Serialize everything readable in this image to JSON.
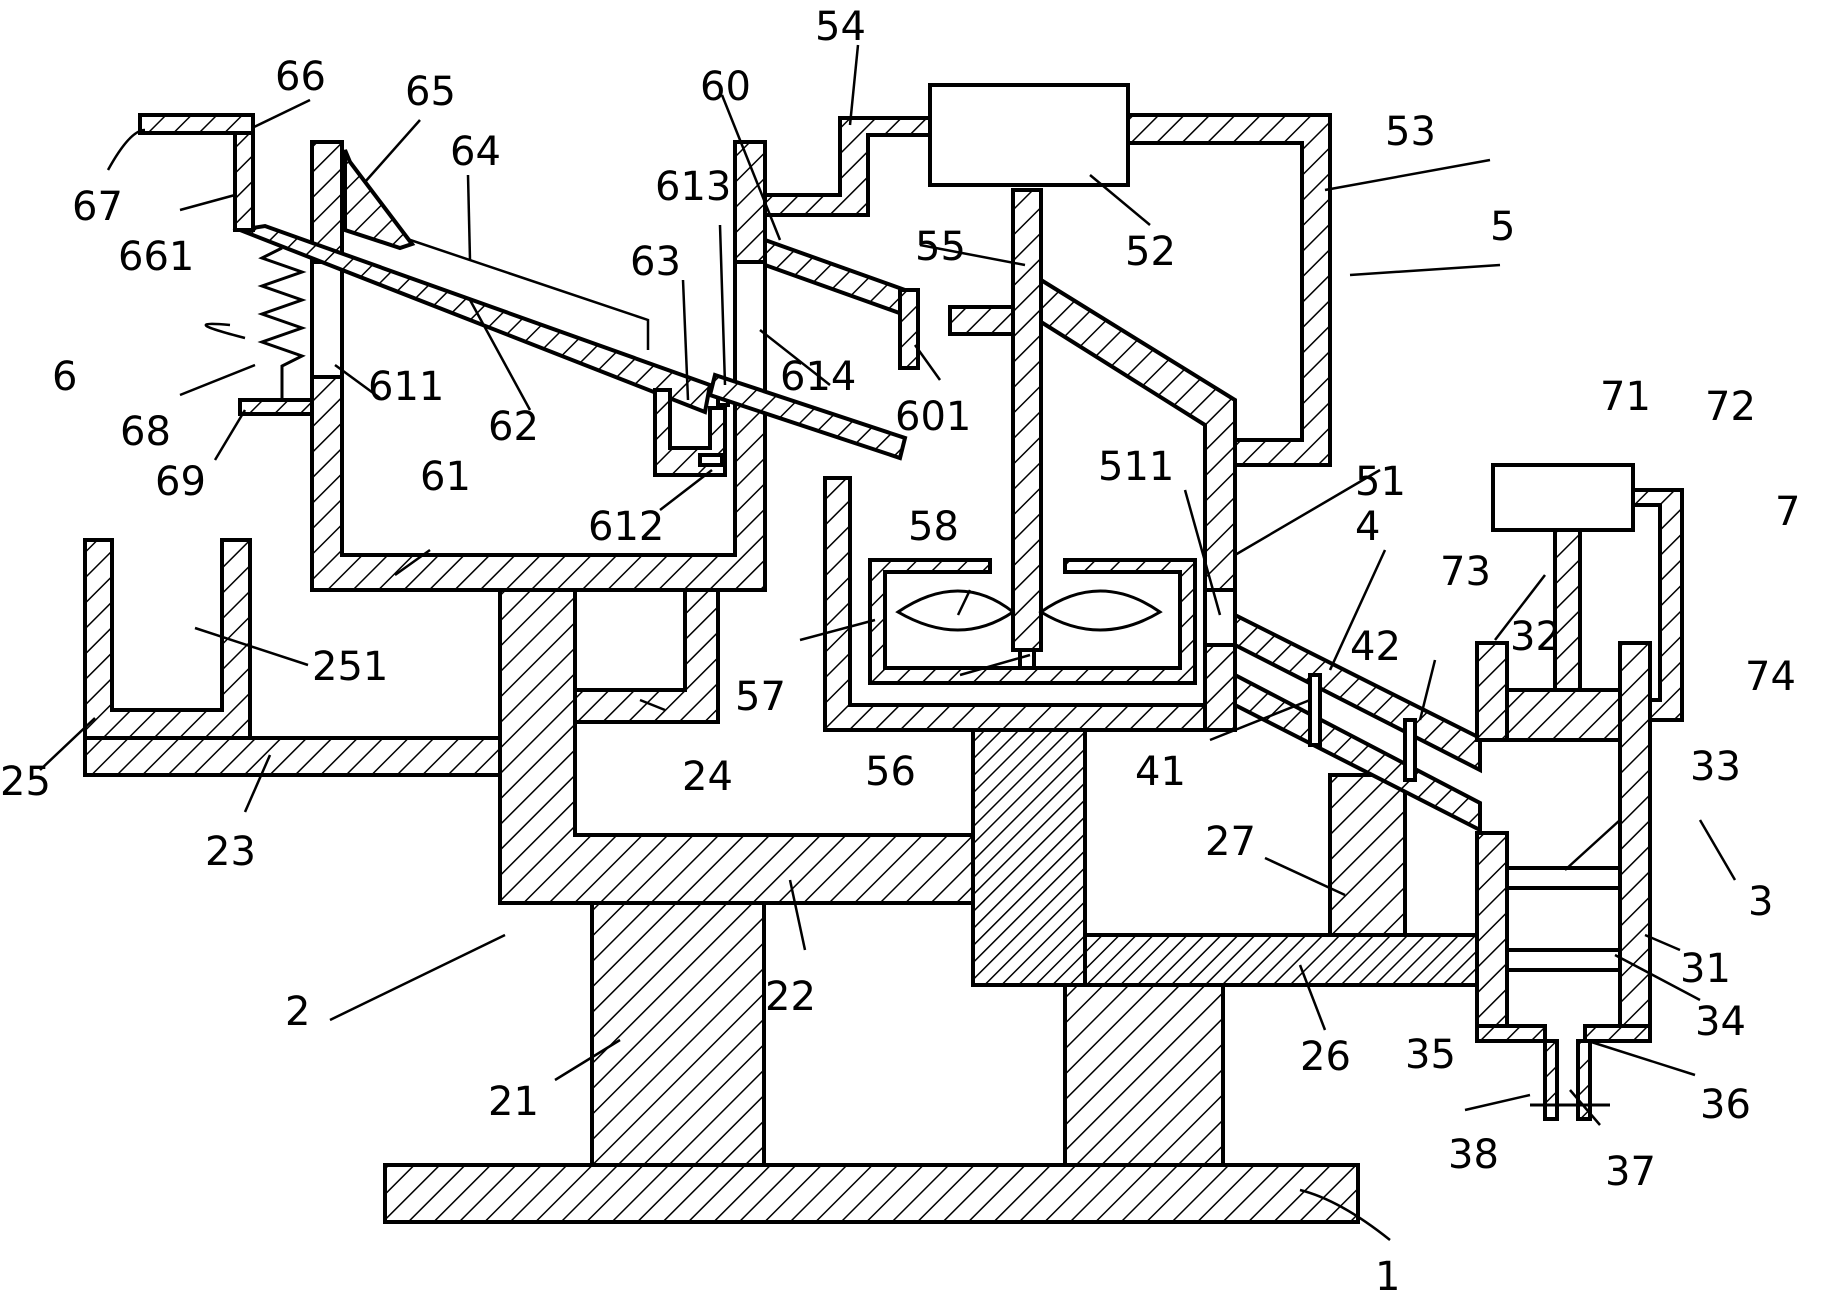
{
  "labels": {
    "l1": "1",
    "l2": "2",
    "l21": "21",
    "l22": "22",
    "l23": "23",
    "l24": "24",
    "l25": "25",
    "l251": "251",
    "l26": "26",
    "l27": "27",
    "l3": "3",
    "l31": "31",
    "l32": "32",
    "l33": "33",
    "l34": "34",
    "l35": "35",
    "l36": "36",
    "l37": "37",
    "l38": "38",
    "l4": "4",
    "l41": "41",
    "l42": "42",
    "l5": "5",
    "l51": "51",
    "l511": "511",
    "l52": "52",
    "l53": "53",
    "l54": "54",
    "l55": "55",
    "l56": "56",
    "l57": "57",
    "l58": "58",
    "l6": "6",
    "l60": "60",
    "l601": "601",
    "l61": "61",
    "l611": "611",
    "l612": "612",
    "l613": "613",
    "l614": "614",
    "l62": "62",
    "l63": "63",
    "l64": "64",
    "l65": "65",
    "l66": "66",
    "l661": "661",
    "l67": "67",
    "l68": "68",
    "l69": "69",
    "l7": "7",
    "l71": "71",
    "l72": "72",
    "l73": "73",
    "l74": "74"
  },
  "colors": {
    "ink": "#000000",
    "paper": "#ffffff"
  }
}
